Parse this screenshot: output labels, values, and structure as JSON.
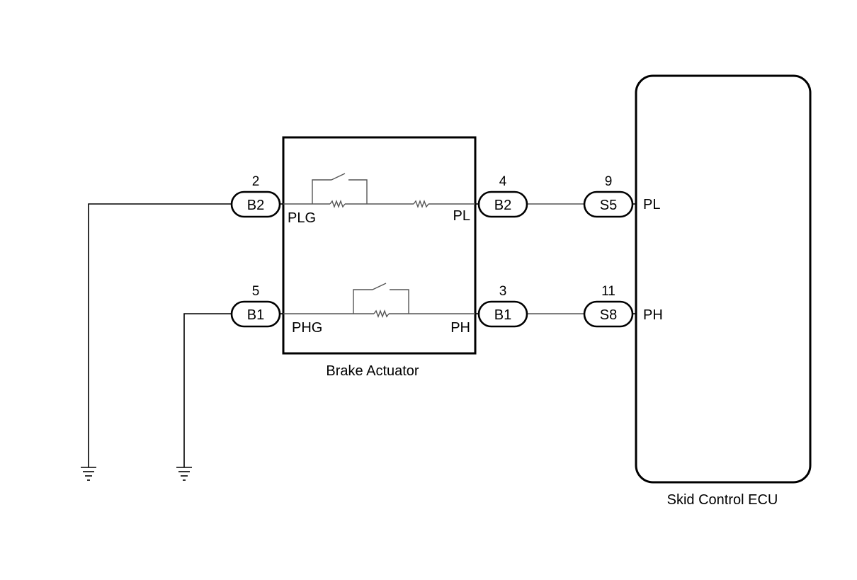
{
  "components": {
    "brake_actuator": {
      "label": "Brake Actuator"
    },
    "skid_control_ecu": {
      "label": "Skid Control ECU"
    }
  },
  "terminals": {
    "plg": "PLG",
    "pl_actuator": "PL",
    "phg": "PHG",
    "ph_actuator": "PH",
    "pl_ecu": "PL",
    "ph_ecu": "PH"
  },
  "connectors": {
    "b2_left": {
      "name": "B2",
      "pin": "2"
    },
    "b1_left": {
      "name": "B1",
      "pin": "5"
    },
    "b2_right": {
      "name": "B2",
      "pin": "4"
    },
    "b1_right": {
      "name": "B1",
      "pin": "3"
    },
    "s5": {
      "name": "S5",
      "pin": "9"
    },
    "s8": {
      "name": "S8",
      "pin": "11"
    }
  }
}
